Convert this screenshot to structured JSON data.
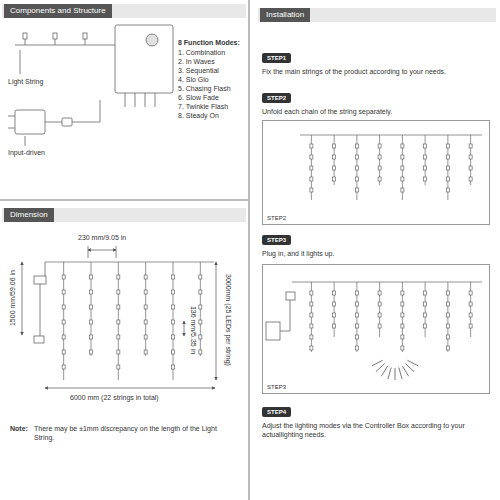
{
  "diagram": {
    "nodes": [
      {
        "text": [
          "Components and Structure"
        ]
      },
      {
        "text": [
          "Installation"
        ]
      },
      {
        "text": [
          "Dimension"
        ]
      },
      {
        "text": [
          "STEP1"
        ]
      },
      {
        "text": [
          "STEP2"
        ]
      },
      {
        "text": [
          "STEP2"
        ]
      },
      {
        "text": [
          "STEP3"
        ]
      },
      {
        "text": [
          "STEP3"
        ]
      },
      {
        "text": [
          "STEP4"
        ]
      }
    ],
    "labels": [
      "Light String",
      "Input-driven",
      "8 Function Modes:",
      "1. Combination",
      "2. In Waves",
      "3. Sequential",
      "4. Slo Glo",
      "5. Chasing Flash",
      "6. Slow Fade",
      "7. Twinkle Flash",
      "8. Steady On",
      "Fix the main strings of the product according to your needs.",
      "Unfold each chain of the string separately.",
      "Plug in, and it lights up.",
      "Adjust the lighting modes via the Controller Box according to your actuallighting needs.",
      "230 mm/9.05 in",
      "1500 mm/59.06 in",
      "3000mm (25 LEDs per string)",
      "136 mm/5.35 in",
      "6000 mm (22 strings in total)",
      "Note:",
      "There may be ±1mm discrepancy on the length of the Light String."
    ]
  }
}
